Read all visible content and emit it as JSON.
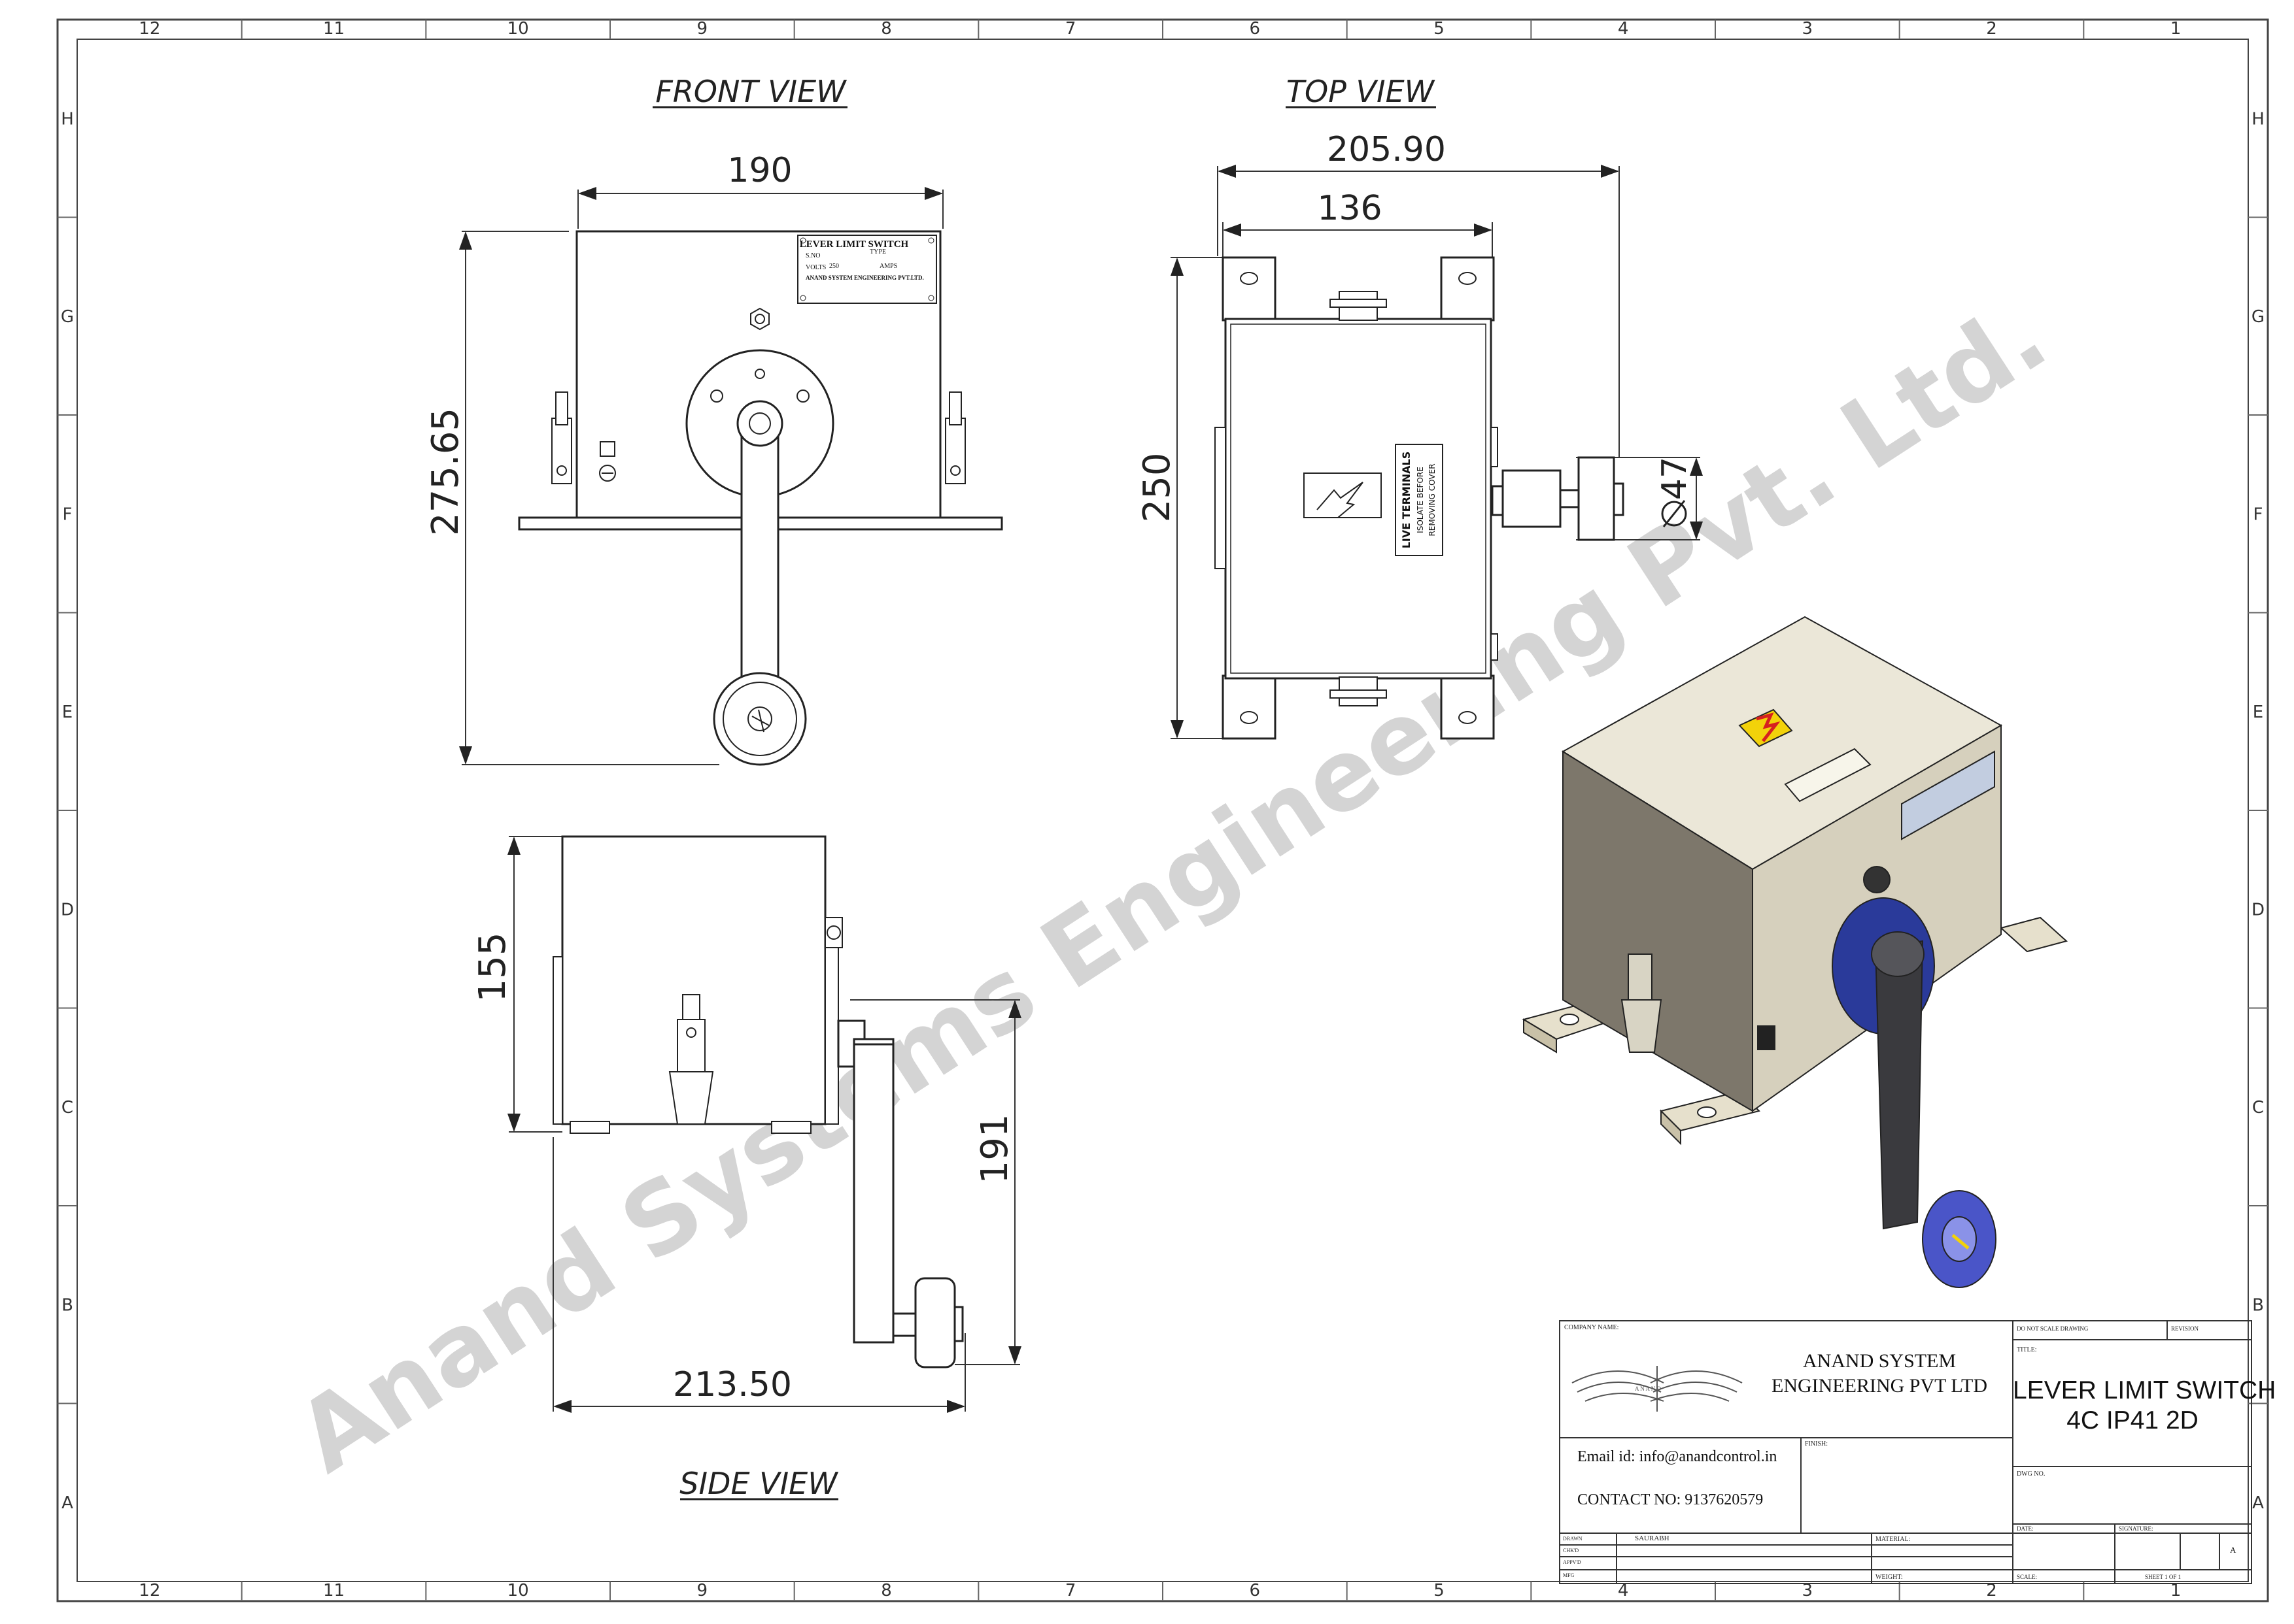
{
  "border": {
    "columns": [
      "12",
      "11",
      "10",
      "9",
      "8",
      "7",
      "6",
      "5",
      "4",
      "3",
      "2",
      "1"
    ],
    "rows": [
      "H",
      "G",
      "F",
      "E",
      "D",
      "C",
      "B",
      "A"
    ]
  },
  "views": {
    "front": {
      "title": "FRONT VIEW",
      "dim_width": "190",
      "dim_height": "275.65",
      "nameplate": {
        "heading": "LEVER LIMIT SWITCH",
        "line1_left": "S.NO",
        "line1_right": "TYPE",
        "line2_left": "VOLTS",
        "line2_mid": "250",
        "line2_right": "AMPS",
        "line3": "ANAND SYSTEM ENGINEERING PVT.LTD."
      }
    },
    "top": {
      "title": "TOP VIEW",
      "dim_overall": "205.90",
      "dim_body": "136",
      "dim_height": "250",
      "dim_diameter": "47",
      "warning": {
        "line1": "LIVE TERMINALS",
        "line2": "ISOLATE BEFORE",
        "line3": "REMOVING COVER"
      }
    },
    "side": {
      "title": "SIDE VIEW",
      "dim_height": "155",
      "dim_lever": "191",
      "dim_width": "213.50"
    }
  },
  "watermark": "Anand Systems Engineering Pvt. Ltd.",
  "title_block": {
    "company_name_label": "COMPANY NAME:",
    "company_line1": "ANAND SYSTEM",
    "company_line2": "ENGINEERING PVT LTD",
    "logo_letters": "A N A N D",
    "email": "Email id: info@anandcontrol.in",
    "contact": "CONTACT NO: 9137620579",
    "do_not_scale": "DO NOT SCALE DRAWING",
    "revision_label": "REVISION",
    "title_label": "TITLE:",
    "title_line1": "LEVER LIMIT SWITCH",
    "title_line2": "4C IP41 2D",
    "finish_label": "FINISH:",
    "dwg_no_label": "DWG NO.",
    "rows": [
      {
        "label": "DRAWN",
        "name": "SAURABH"
      },
      {
        "label": "CHK'D",
        "name": ""
      },
      {
        "label": "APPV'D",
        "name": ""
      },
      {
        "label": "MFG",
        "name": ""
      }
    ],
    "material_label": "MATERIAL:",
    "weight_label": "WEIGHT:",
    "date_label": "DATE:",
    "signature_label": "SIGNATURE:",
    "size": "A",
    "scale_label": "SCALE:",
    "sheet_label": "SHEET 1 OF 1"
  },
  "colors": {
    "line": "#222222",
    "box_iso": "#e8e4d6",
    "box_iso_shade": "#d2ccba",
    "box_dark": "#7a746a",
    "lever": "#3a3a3e",
    "wheel": "#4a55c8",
    "warning_yellow": "#f2d20a",
    "warning_red": "#d62020",
    "watermark": "#d8d8d8"
  }
}
